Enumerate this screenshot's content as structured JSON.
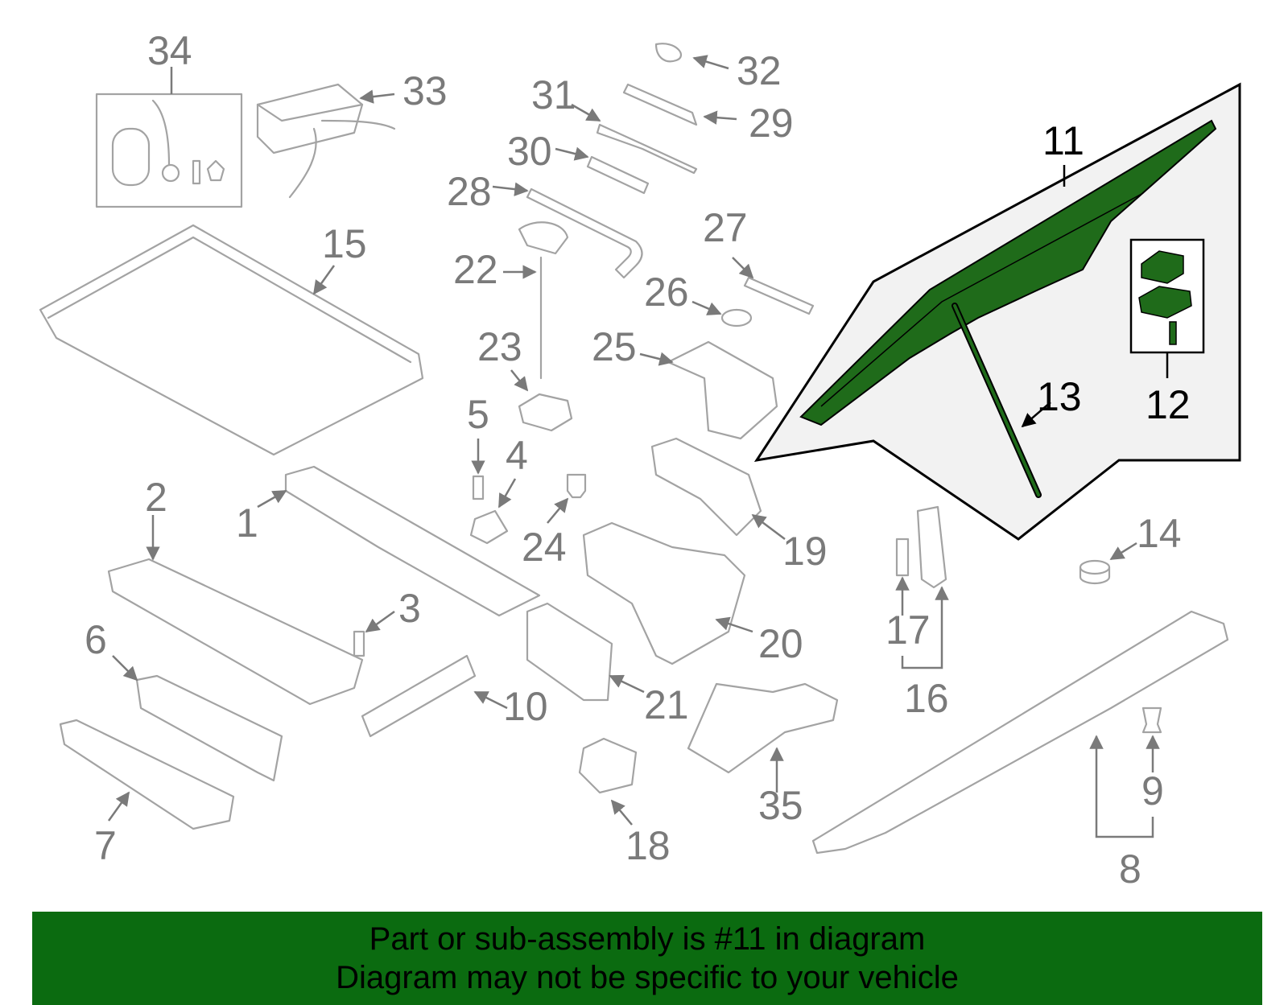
{
  "callouts": {
    "c1": "1",
    "c2": "2",
    "c3": "3",
    "c4": "4",
    "c5": "5",
    "c6": "6",
    "c7": "7",
    "c8": "8",
    "c9": "9",
    "c10": "10",
    "c11": "11",
    "c12": "12",
    "c13": "13",
    "c14": "14",
    "c15": "15",
    "c16": "16",
    "c17": "17",
    "c18": "18",
    "c19": "19",
    "c20": "20",
    "c21": "21",
    "c22": "22",
    "c23": "23",
    "c24": "24",
    "c25": "25",
    "c26": "26",
    "c27": "27",
    "c28": "28",
    "c29": "29",
    "c30": "30",
    "c31": "31",
    "c32": "32",
    "c33": "33",
    "c34": "34",
    "c35": "35"
  },
  "highlight": {
    "part": "11",
    "color": "#1f6b1a"
  },
  "banner": {
    "line1": "Part or sub-assembly is #11 in diagram",
    "line2": "Diagram may not be specific to your vehicle",
    "color": "#0b6b10"
  }
}
